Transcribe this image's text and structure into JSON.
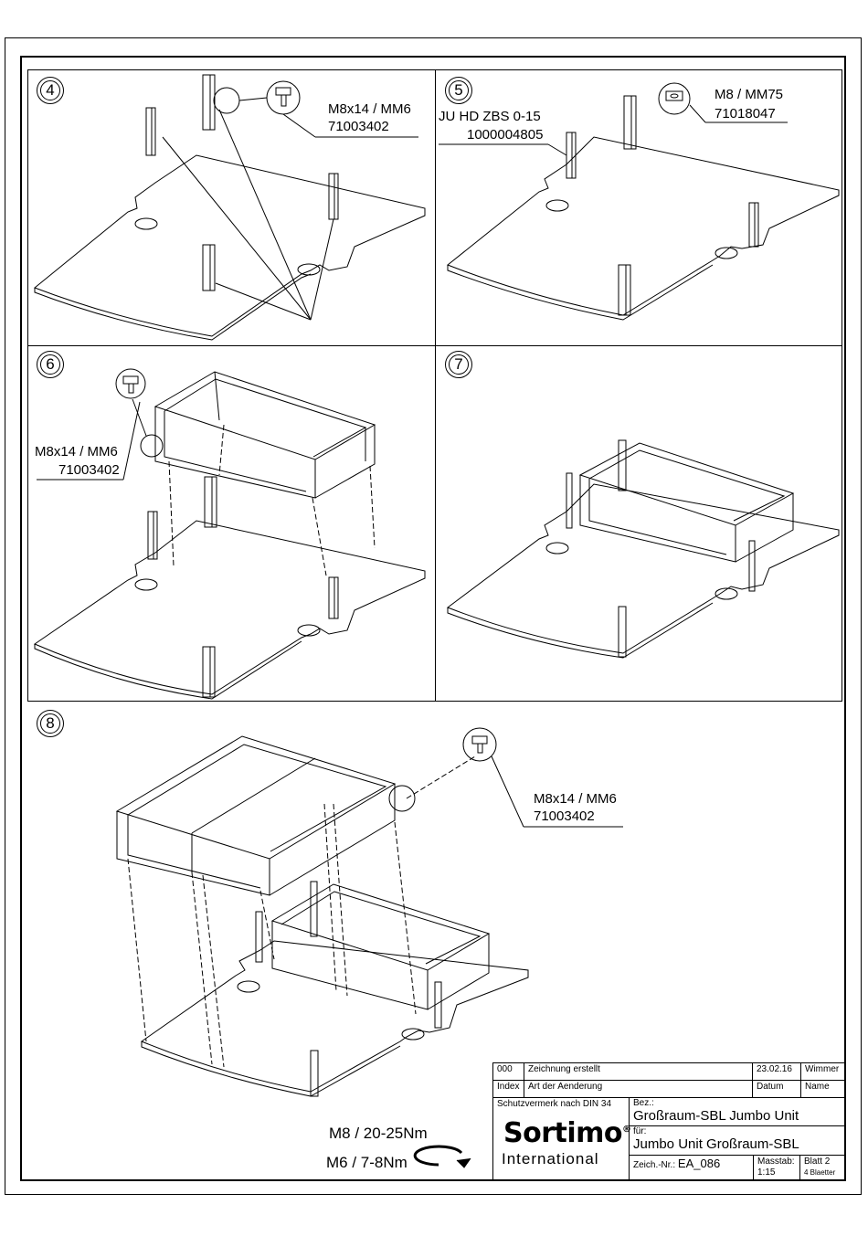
{
  "steps": {
    "s4": {
      "number": "4",
      "part": "M8x14 / MM6",
      "code": "71003402"
    },
    "s5": {
      "number": "5",
      "part_left": "JU HD ZBS 0-15",
      "code_left": "1000004805",
      "part_right": "M8 / MM75",
      "code_right": "71018047"
    },
    "s6": {
      "number": "6",
      "part": "M8x14 / MM6",
      "code": "71003402"
    },
    "s7": {
      "number": "7"
    },
    "s8": {
      "number": "8",
      "part": "M8x14 / MM6",
      "code": "71003402"
    }
  },
  "torque": {
    "m8": "M8 / 20-25Nm",
    "m6": "M6 / 7-8Nm"
  },
  "title_block": {
    "row1": {
      "index": "000",
      "change": "Zeichnung erstellt",
      "date": "23.02.16",
      "name": "Wimmer"
    },
    "row2": {
      "index": "Index",
      "change": "Art der Aenderung",
      "date": "Datum",
      "name": "Name"
    },
    "protection": "Schutzvermerk nach DIN 34",
    "bez_label": "Bez.:",
    "bez_value": "Großraum-SBL Jumbo Unit",
    "fuer_label": "für:",
    "fuer_value": "Jumbo Unit Großraum-SBL",
    "zeich_label": "Zeich.-Nr.:",
    "zeich_value": "EA_086",
    "masstab_label": "Masstab:",
    "masstab_value": "1:15",
    "blatt_label": "Blatt 2",
    "blaetter": "4 Blaetter",
    "logo": "Sortimo",
    "logo_reg": "®",
    "logo_sub": "International"
  },
  "icons": [
    "screw-icon",
    "nut-icon",
    "rotation-arrow-icon"
  ]
}
